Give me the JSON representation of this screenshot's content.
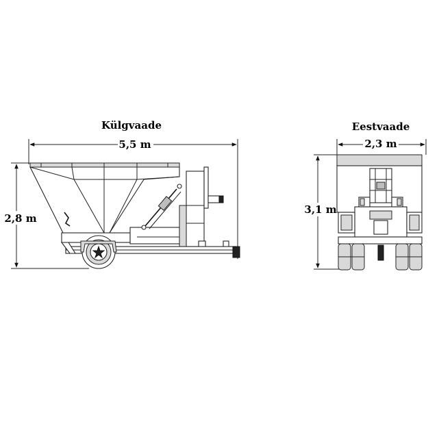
{
  "side_view": {
    "title": "Külgvaade",
    "width_label": "5,5 m",
    "height_label": "2,8 m"
  },
  "front_view": {
    "title": "Eestvaade",
    "width_label": "2,3 m",
    "height_label": "3,1 m"
  }
}
